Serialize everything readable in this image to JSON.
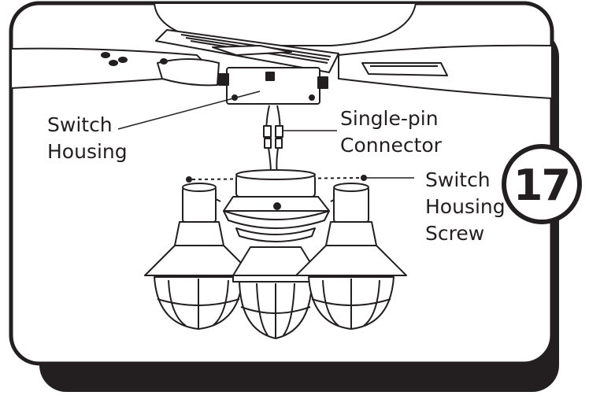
{
  "labels": {
    "switch_housing": [
      "Switch",
      "Housing"
    ],
    "single_pin_connector": [
      "Single-pin",
      "Connector"
    ],
    "switch_housing_screw": [
      "Switch",
      "Housing",
      "Screw"
    ]
  },
  "step_number": "17",
  "colors": {
    "line": "#231f20",
    "panel_bg": "#ffffff",
    "shadow": "#231f20"
  }
}
